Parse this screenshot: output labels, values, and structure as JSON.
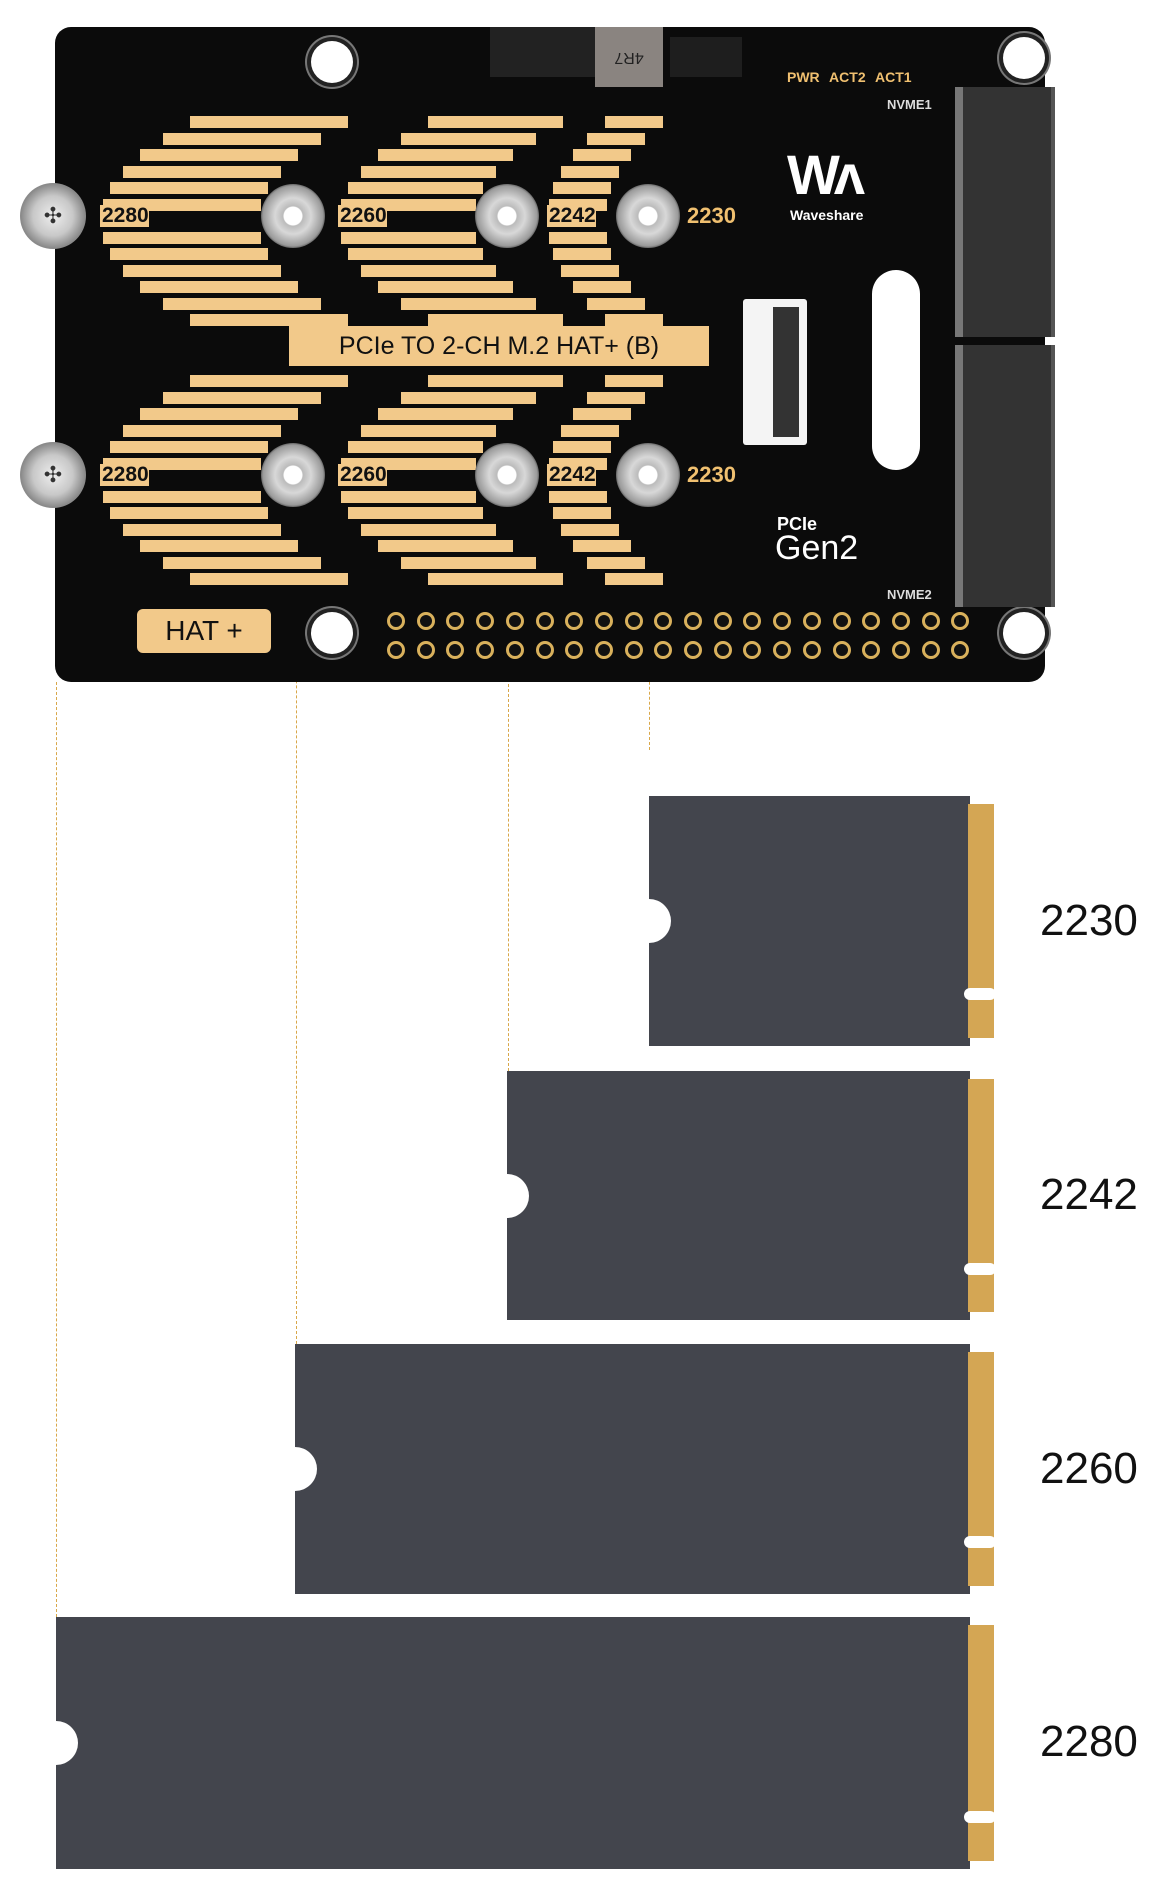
{
  "board": {
    "title": "PCIe TO 2-CH M.2 HAT+ (B)",
    "badge": "HAT +",
    "brand": "Waveshare",
    "pcie_small": "PCIe",
    "gen_label": "Gen2",
    "inductor": "4R7",
    "leds": [
      "PWR",
      "ACT2",
      "ACT1"
    ],
    "slot1": "NVME1",
    "slot2": "NVME2",
    "size_labels": [
      "2280",
      "2260",
      "2242",
      "2230"
    ]
  },
  "cards": [
    {
      "label": "2230",
      "length_mm": 30
    },
    {
      "label": "2242",
      "length_mm": 42
    },
    {
      "label": "2260",
      "length_mm": 60
    },
    {
      "label": "2280",
      "length_mm": 80
    }
  ],
  "colors": {
    "gold": "#f2c98a",
    "card": "#43454d",
    "connector": "#d4a654",
    "board": "#0b0b0b"
  }
}
